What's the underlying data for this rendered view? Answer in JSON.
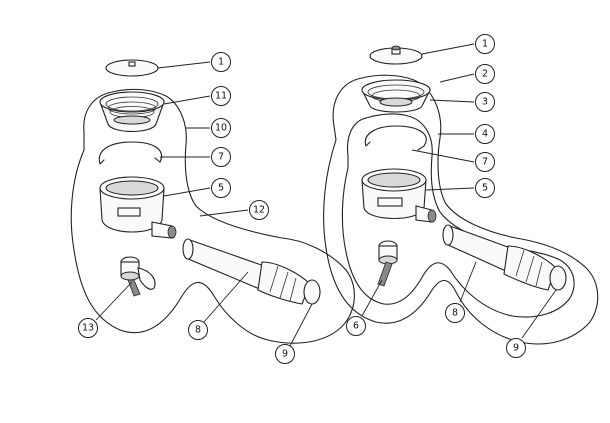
{
  "diagram": {
    "left_callouts": [
      "1",
      "11",
      "10",
      "7",
      "5",
      "12",
      "13",
      "8",
      "9"
    ],
    "right_callouts": [
      "1",
      "2",
      "3",
      "4",
      "7",
      "5",
      "6",
      "8",
      "9"
    ]
  }
}
